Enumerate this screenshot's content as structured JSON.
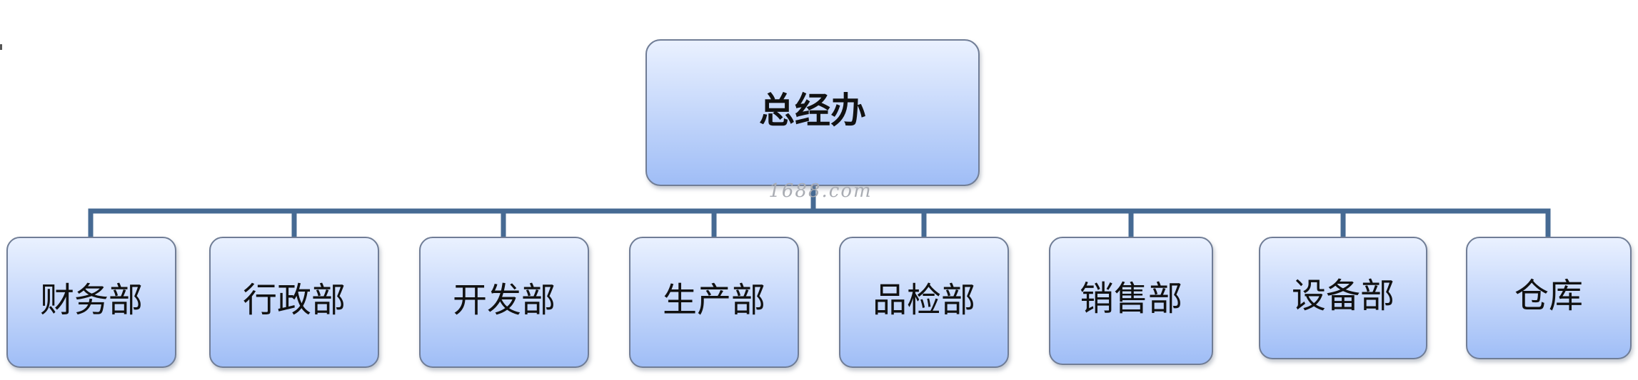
{
  "org_chart": {
    "root": {
      "label": "总经办"
    },
    "children": [
      {
        "label": "财务部"
      },
      {
        "label": "行政部"
      },
      {
        "label": "开发部"
      },
      {
        "label": "生产部"
      },
      {
        "label": "品检部"
      },
      {
        "label": "销售部"
      },
      {
        "label": "设备部"
      },
      {
        "label": "仓库"
      }
    ]
  },
  "watermark": "1688.com",
  "colors": {
    "box_top": "#eaf1ff",
    "box_bottom": "#9fbdf6",
    "box_border": "#6f7d96",
    "connector": "#466a93"
  }
}
